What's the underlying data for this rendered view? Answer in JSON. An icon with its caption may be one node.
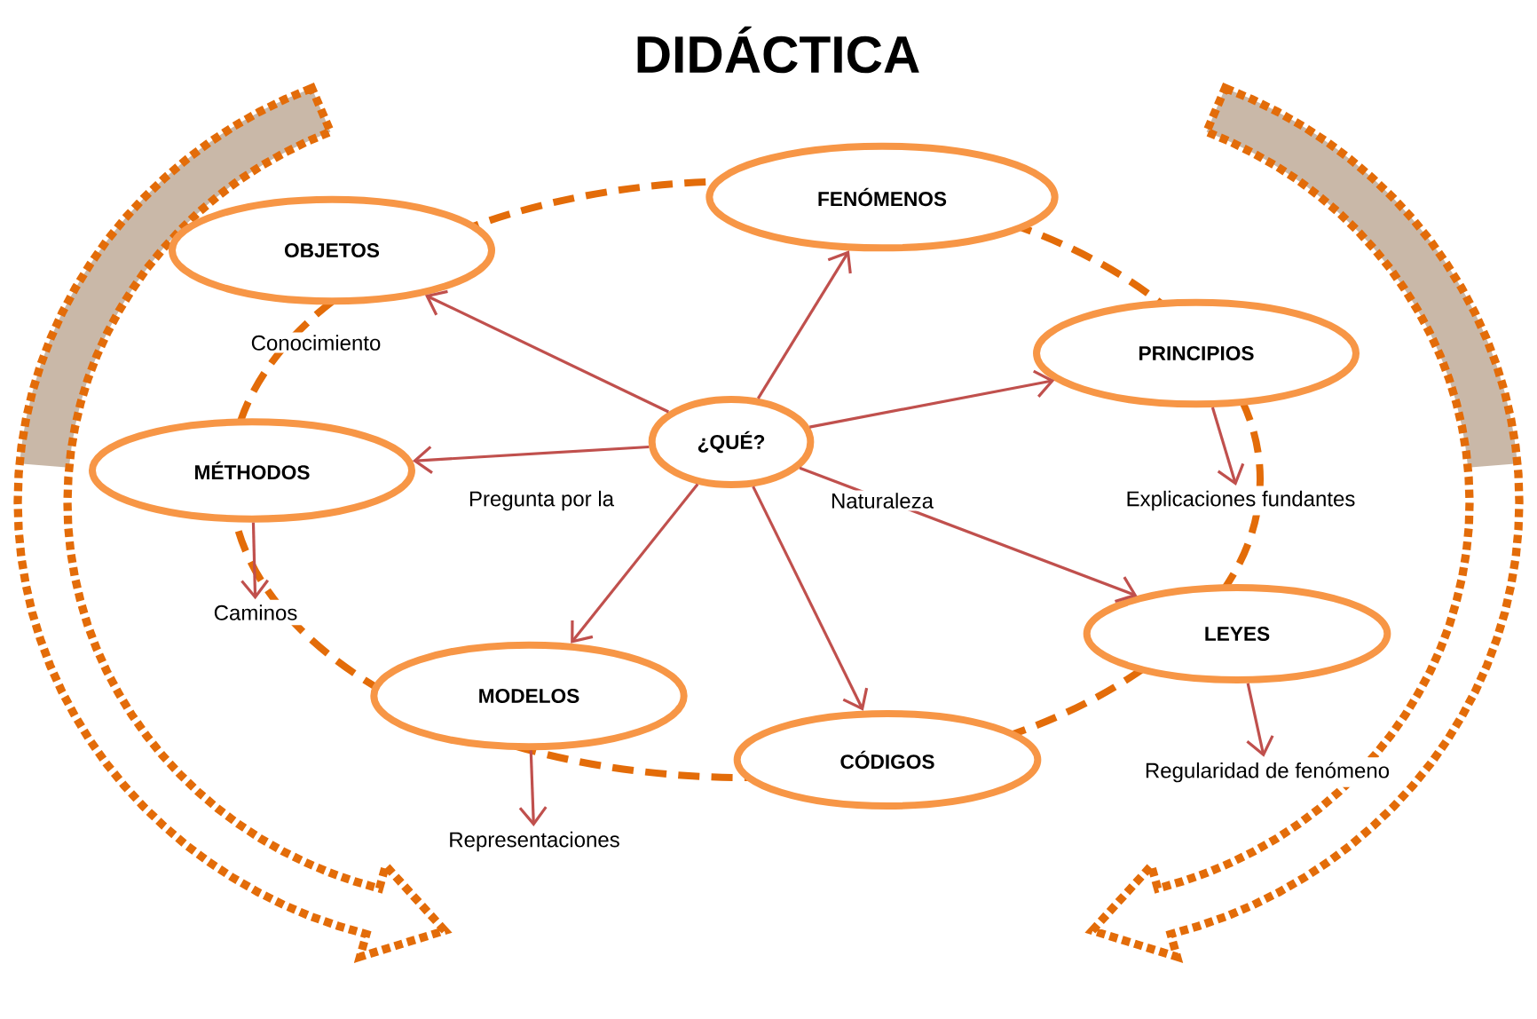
{
  "diagram": {
    "title": "DIDÁCTICA",
    "nodes": [
      {
        "text": [
          "OBJETOS"
        ]
      },
      {
        "text": [
          "FENÓMENOS"
        ]
      },
      {
        "text": [
          "PRINCIPIOS"
        ]
      },
      {
        "text": [
          "MÉTHODOS"
        ]
      },
      {
        "text": [
          "¿QUÉ?"
        ]
      },
      {
        "text": [
          "LEYES"
        ]
      },
      {
        "text": [
          "MODELOS"
        ]
      },
      {
        "text": [
          "CÓDIGOS"
        ]
      },
      {
        "text": [
          "Caminos"
        ]
      },
      {
        "text": [
          "Explicaciones fundantes"
        ]
      },
      {
        "text": [
          "Regularidad de fenómeno"
        ]
      },
      {
        "text": [
          "Representaciones"
        ]
      }
    ],
    "edges": [
      {
        "from": 4,
        "to": 0,
        "arrow": "to"
      },
      {
        "from": 4,
        "to": 1,
        "arrow": "to"
      },
      {
        "from": 4,
        "to": 2,
        "arrow": "to"
      },
      {
        "from": 4,
        "to": 3,
        "arrow": "to"
      },
      {
        "from": 4,
        "to": 5,
        "arrow": "to"
      },
      {
        "from": 4,
        "to": 6,
        "arrow": "to"
      },
      {
        "from": 4,
        "to": 7,
        "arrow": "to"
      },
      {
        "from": 3,
        "to": 8,
        "arrow": "to"
      },
      {
        "from": 2,
        "to": 9,
        "arrow": "to"
      },
      {
        "from": 5,
        "to": 10,
        "arrow": "to"
      },
      {
        "from": 6,
        "to": 11,
        "arrow": "to"
      }
    ],
    "labels": [
      "Conocimiento",
      "Pregunta por la",
      "Naturaleza"
    ]
  }
}
